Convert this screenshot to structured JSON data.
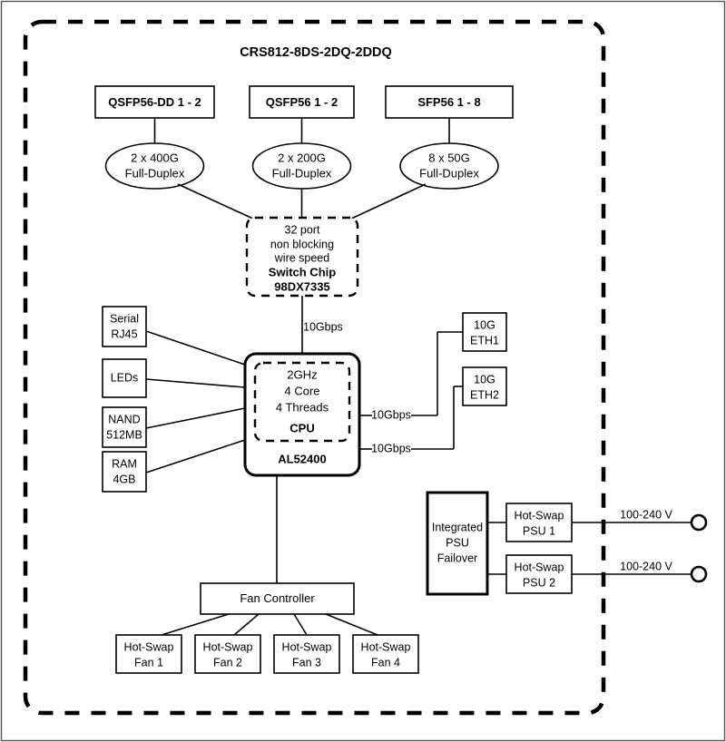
{
  "diagram": {
    "title": "CRS812-8DS-2DQ-2DDQ",
    "ports": [
      {
        "label": "QSFP56-DD 1 - 2"
      },
      {
        "label": "QSFP56 1 - 2"
      },
      {
        "label": "SFP56 1 - 8"
      }
    ],
    "port_speeds": [
      {
        "line1": "2 x 400G",
        "line2": "Full-Duplex"
      },
      {
        "line1": "2 x 200G",
        "line2": "Full-Duplex"
      },
      {
        "line1": "8 x 50G",
        "line2": "Full-Duplex"
      }
    ],
    "switch_chip": {
      "line1": "32 port",
      "line2": "non blocking",
      "line3": "wire speed",
      "line4": "Switch Chip",
      "line5": "98DX7335"
    },
    "switch_to_cpu_link": "10Gbps",
    "cpu": {
      "line1": "2GHz",
      "line2": "4 Core",
      "line3": "4 Threads",
      "line4": "CPU",
      "model": "AL52400"
    },
    "peripherals": [
      {
        "line1": "Serial",
        "line2": "RJ45"
      },
      {
        "line1": "LEDs",
        "line2": ""
      },
      {
        "line1": "NAND",
        "line2": "512MB"
      },
      {
        "line1": "RAM",
        "line2": "4GB"
      }
    ],
    "ethernet": [
      {
        "line1": "10G",
        "line2": "ETH1",
        "link": "10Gbps"
      },
      {
        "line1": "10G",
        "line2": "ETH2",
        "link": "10Gbps"
      }
    ],
    "psu": {
      "failover": {
        "line1": "Integrated",
        "line2": "PSU",
        "line3": "Failover"
      },
      "units": [
        {
          "line1": "Hot-Swap",
          "line2": "PSU 1",
          "voltage": "100-240 V"
        },
        {
          "line1": "Hot-Swap",
          "line2": "PSU 2",
          "voltage": "100-240 V"
        }
      ]
    },
    "fan_controller": {
      "label": "Fan Controller"
    },
    "fans": [
      {
        "line1": "Hot-Swap",
        "line2": "Fan 1"
      },
      {
        "line1": "Hot-Swap",
        "line2": "Fan 2"
      },
      {
        "line1": "Hot-Swap",
        "line2": "Fan 3"
      },
      {
        "line1": "Hot-Swap",
        "line2": "Fan 4"
      }
    ],
    "colors": {
      "stroke": "#000000",
      "background": "#ffffff",
      "border": "#555555"
    }
  }
}
